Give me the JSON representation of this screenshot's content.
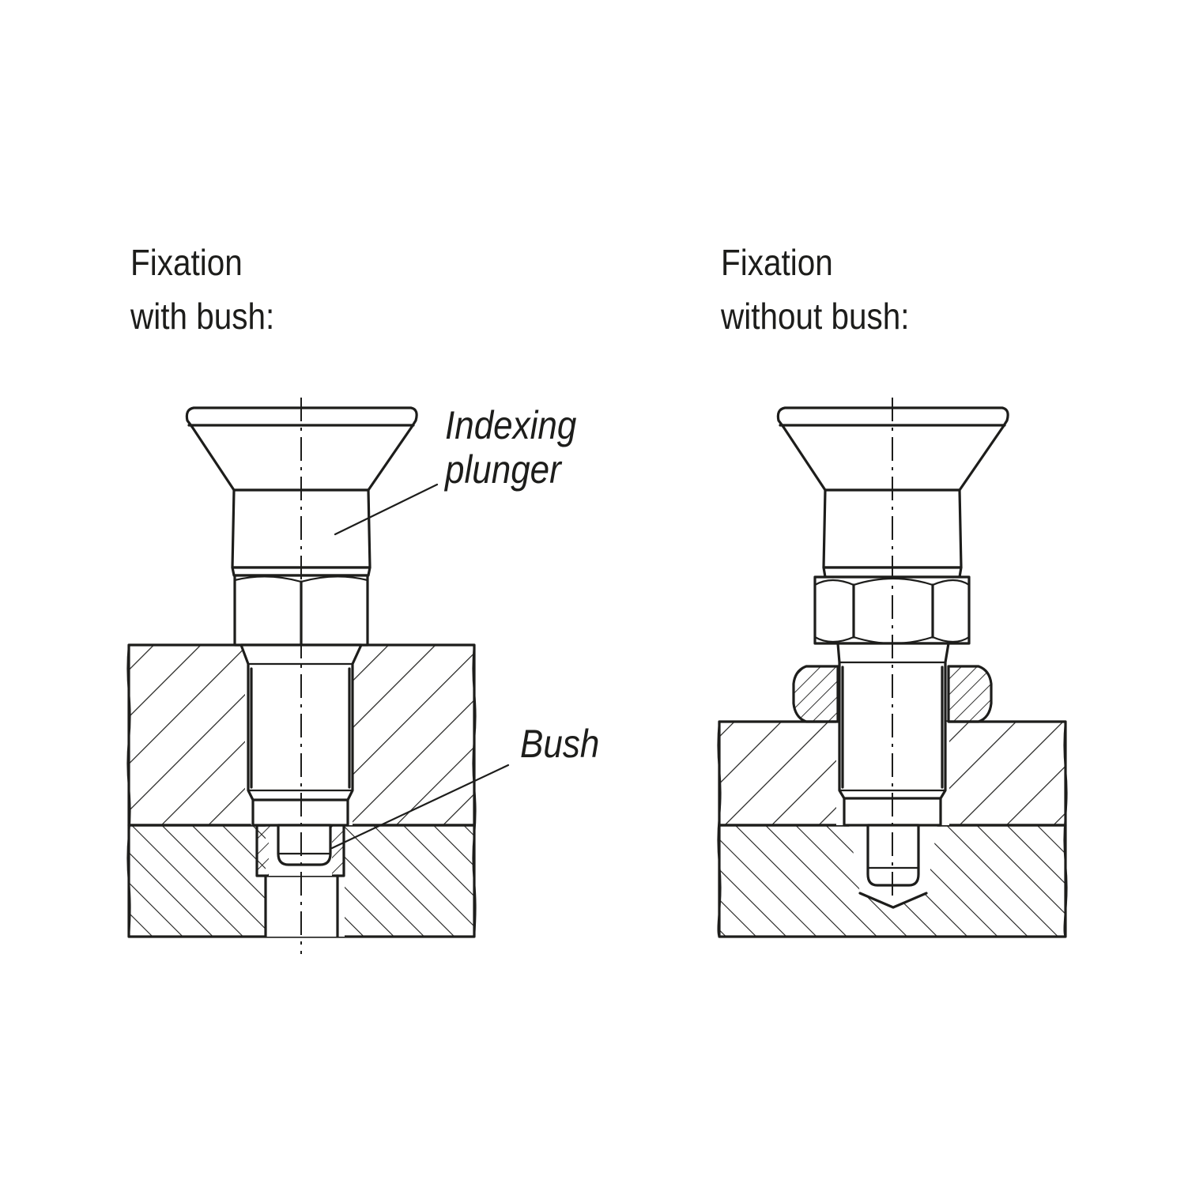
{
  "headings": {
    "left": {
      "line1": "Fixation",
      "line2": "with bush:"
    },
    "right": {
      "line1": "Fixation",
      "line2": "without bush:"
    }
  },
  "callouts": {
    "indexing_plunger": {
      "line1": "Indexing",
      "line2": "plunger"
    },
    "bush": "Bush"
  },
  "colors": {
    "ink": "#1d1d1b",
    "background": "#ffffff"
  }
}
